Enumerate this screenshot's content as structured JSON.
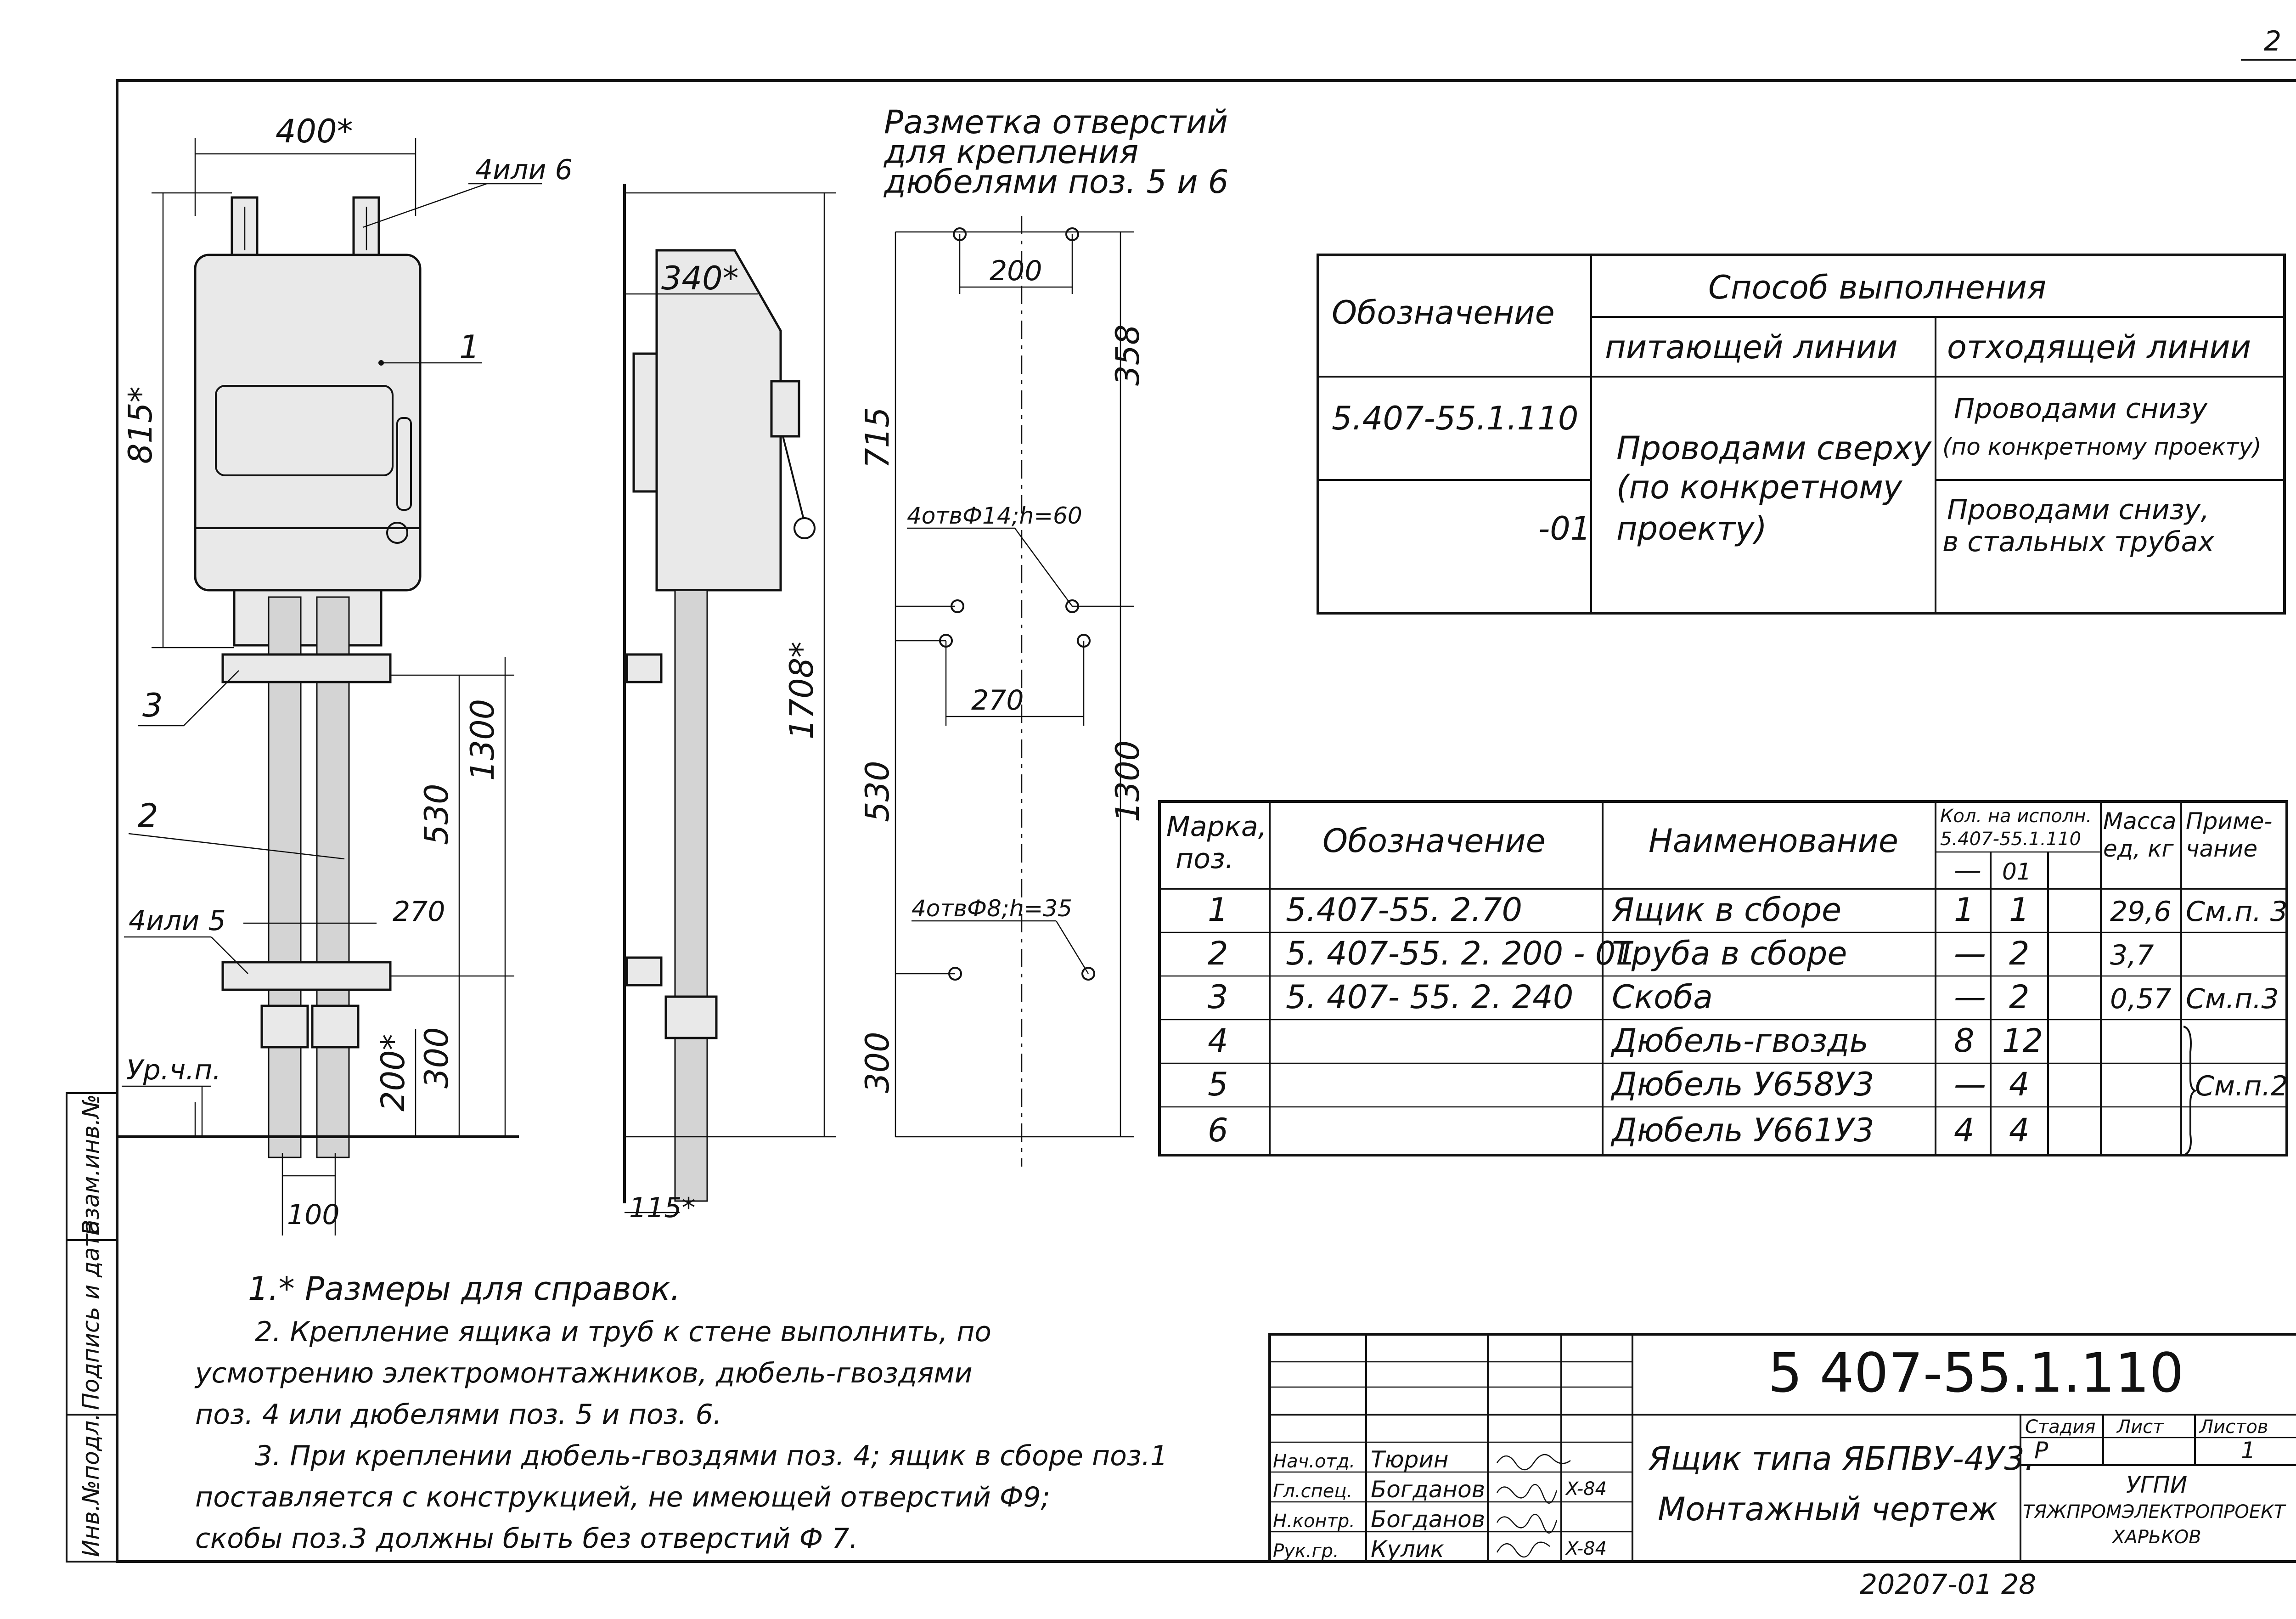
{
  "sheet_corner": "2",
  "drawing": {
    "front_view": {
      "dim_width": "400*",
      "dim_height": "815*",
      "label_brackets": "4или 6",
      "label_dowels": "4или 5",
      "label_270": "270",
      "dim_530": "530",
      "dim_1300": "1300",
      "dim_300": "300",
      "dim_200": "200*",
      "dim_100": "100",
      "level_label": "Ур.ч.п.",
      "pos_1": "1",
      "pos_2": "2",
      "pos_3": "3"
    },
    "side_view": {
      "dim_depth": "340*",
      "dim_total": "1708*",
      "dim_bottom": "115*"
    },
    "hole_marking": {
      "title_line1": "Разметка отверстий",
      "title_line2": "для крепления",
      "title_line3": "дюбелями поз. 5 и 6",
      "dim_200": "200",
      "dim_358": "358",
      "dim_715": "715",
      "holes_top": "4отвФ14;h=60",
      "dim_270": "270",
      "dim_530": "530",
      "dim_1300": "1300",
      "holes_bottom": "4отвФ8;h=35",
      "dim_300": "300"
    }
  },
  "variants_table": {
    "header_designation": "Обозначение",
    "header_method": "Способ выполнения",
    "header_supply": "питающей линии",
    "header_outgoing": "отходящей линии",
    "row1_designation": "5.407-55.1.110",
    "row2_designation": "-01",
    "supply_text_line1": "Проводами сверху",
    "supply_text_line2": "(по конкретному",
    "supply_text_line3": "проекту)",
    "row1_outgoing_line1": "Проводами снизу",
    "row1_outgoing_line2": "(по конкретному проекту)",
    "row2_outgoing_line1": "Проводами снизу,",
    "row2_outgoing_line2": "в стальных трубах"
  },
  "spec_table": {
    "headers": {
      "mark_line1": "Марка,",
      "mark_line2": "поз.",
      "designation": "Обозначение",
      "name": "Наименование",
      "qty_line1": "Кол. на исполн.",
      "qty_line2": "5.407-55.1.110",
      "qty_col_a": "—",
      "qty_col_b": "01",
      "mass_line1": "Масса",
      "mass_line2": "ед, кг",
      "note_line1": "Приме-",
      "note_line2": "чание"
    },
    "rows": [
      {
        "mark": "1",
        "designation": "5.407-55. 2.70",
        "name": "Ящик в сборе",
        "qty_a": "1",
        "qty_b": "1",
        "mass": "29,6",
        "note": "См.п. 3"
      },
      {
        "mark": "2",
        "designation": "5. 407-55. 2. 200 - 01",
        "name": "Труба в сборе",
        "qty_a": "—",
        "qty_b": "2",
        "mass": "3,7",
        "note": ""
      },
      {
        "mark": "3",
        "designation": "5. 407- 55. 2. 240",
        "name": "Скоба",
        "qty_a": "—",
        "qty_b": "2",
        "mass": "0,57",
        "note": "См.п.3"
      },
      {
        "mark": "4",
        "designation": "",
        "name": "Дюбель-гвоздь",
        "qty_a": "8",
        "qty_b": "12",
        "mass": "",
        "note": ""
      },
      {
        "mark": "5",
        "designation": "",
        "name": "Дюбель У658У3",
        "qty_a": "—",
        "qty_b": "4",
        "mass": "",
        "note": "См.п.2"
      },
      {
        "mark": "6",
        "designation": "",
        "name": "Дюбель У661У3",
        "qty_a": "4",
        "qty_b": "4",
        "mass": "",
        "note": ""
      }
    ]
  },
  "notes": {
    "n1": "1.* Размеры для справок.",
    "n2_line1": "2. Крепление ящика и труб к стене выполнить, по",
    "n2_line2": "усмотрению электромонтажников, дюбель-гвоздями",
    "n2_line3": "поз. 4 или дюбелями поз. 5 и поз. 6.",
    "n3_line1": "3. При креплении дюбель-гвоздями поз. 4; ящик в сборе поз.1",
    "n3_line2": "поставляется с конструкцией, не имеющей отверстий Ф9;",
    "n3_line3": "скобы поз.3 должны быть без отверстий Ф 7."
  },
  "title_block": {
    "code": "5 407-55.1.110",
    "title_line1": "Ящик типа ЯБПВУ-4У3.",
    "title_line2": "Монтажный чертеж",
    "stage_label": "Стадия",
    "sheet_label": "Лист",
    "sheets_label": "Листов",
    "stage_value": "Р",
    "sheets_value": "1",
    "org_line1": "УГПИ",
    "org_line2": "ТЯЖПРОМЭЛЕКТРОПРОЕКТ",
    "org_line3": "ХАРЬКОВ",
    "roles": [
      {
        "role": "Нач.отд.",
        "name": "Тюрин",
        "date": ""
      },
      {
        "role": "Гл.спец.",
        "name": "Богданов",
        "date": "X-84"
      },
      {
        "role": "Н.контр.",
        "name": "Богданов",
        "date": ""
      },
      {
        "role": "Рук.гр.",
        "name": "Кулик",
        "date": "X-84"
      }
    ],
    "archive_number": "20207-01 28"
  },
  "side_stamp": {
    "inv_orig": "Инв.№подл.",
    "sign_date": "Подпись и дата",
    "replace_inv": "Взам.инв.№"
  }
}
